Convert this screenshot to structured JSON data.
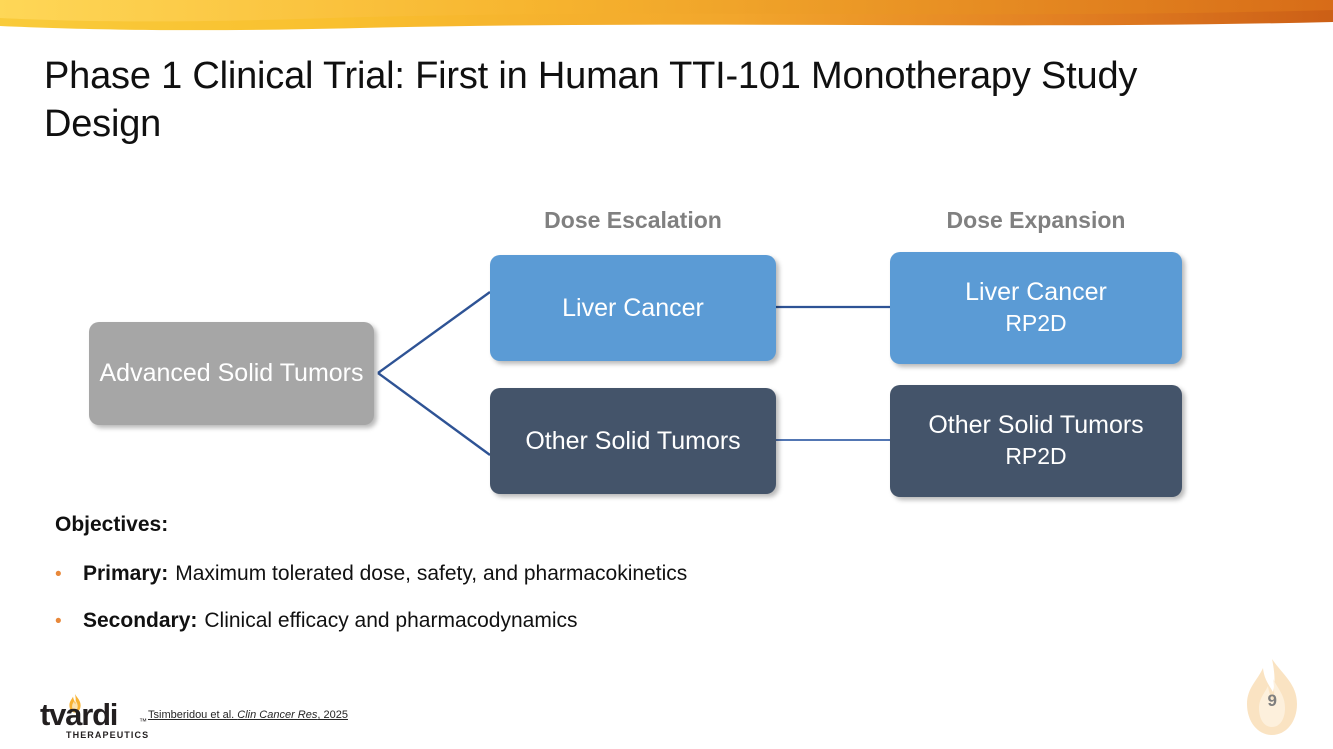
{
  "slide": {
    "title": "Phase 1 Clinical Trial: First in Human TTI-101 Monotherapy Study Design",
    "page_number": "9"
  },
  "colors": {
    "banner_left": "#F9C333",
    "banner_mid": "#F0A32B",
    "banner_right": "#D2661A",
    "light_blue": "#5B9BD5",
    "dark_blue": "#44546A",
    "gray_box": "#A6A6A6",
    "connector": "#2E5395",
    "bullet_orange": "#E8883A",
    "header_gray": "#808080",
    "page_number_gray": "#7F7F7F"
  },
  "diagram": {
    "headers": [
      {
        "id": "escalation",
        "label": "Dose Escalation"
      },
      {
        "id": "expansion",
        "label": "Dose Expansion"
      }
    ],
    "nodes": {
      "advanced": {
        "label": "Advanced Solid Tumors"
      },
      "liver_escalation": {
        "label": "Liver Cancer"
      },
      "other_escalation": {
        "label": "Other Solid Tumors"
      },
      "liver_expansion": {
        "line1": "Liver Cancer",
        "line2": "RP2D"
      },
      "other_expansion": {
        "line1": "Other Solid Tumors",
        "line2": "RP2D"
      }
    }
  },
  "objectives": {
    "heading": "Objectives:",
    "bullet_glyph": "•",
    "items": [
      {
        "label": "Primary:",
        "text": "Maximum tolerated dose, safety, and pharmacokinetics"
      },
      {
        "label": "Secondary:",
        "text": "Clinical efficacy and pharmacodynamics"
      }
    ]
  },
  "footer": {
    "logo": {
      "wordmark": "tvardi",
      "trademark": "™",
      "tagline": "THERAPEUTICS"
    },
    "citation": {
      "author": "Tsimberidou et al. ",
      "journal": "Clin Cancer Res",
      "year": ", 2025"
    }
  }
}
